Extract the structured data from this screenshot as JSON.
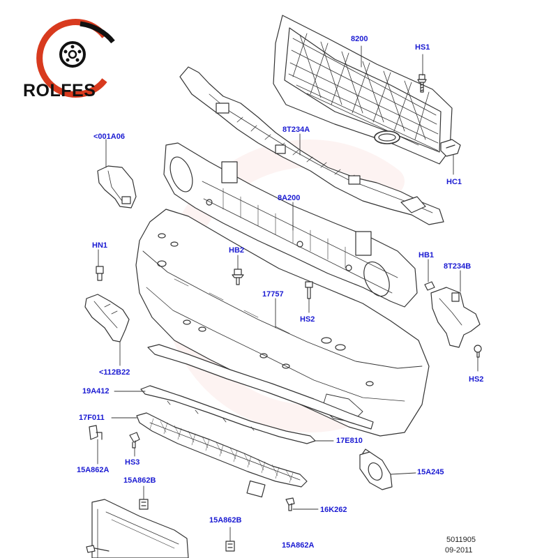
{
  "brand": {
    "name": "ROLFES",
    "accent": "#d83a1e"
  },
  "label_color": "#1a1ad2",
  "labels": {
    "grille": "8200",
    "hs1": "HS1",
    "a001a06": "<001A06",
    "bracket_8t234a": "8T234A",
    "hc1": "HC1",
    "beam_8a200": "8A200",
    "hn1": "HN1",
    "hb2": "HB2",
    "bumper_17757": "17757",
    "hs2_center": "HS2",
    "hb1": "HB1",
    "bracket_8t234b": "8T234B",
    "hs2_right": "HS2",
    "a112b22": "<112B22",
    "strip_19a412": "19A412",
    "grille_17f011": "17F011",
    "strip_17e810": "17E810",
    "a15a862a_left": "15A862A",
    "hs3": "HS3",
    "a15a862b_upper": "15A862B",
    "lamp_15a245": "15A245",
    "clip_16k262": "16K262",
    "a15a862b_lower": "15A862B",
    "a15a862a_bottom": "15A862A"
  },
  "diagram_code": "5011905",
  "diagram_date": "09-2011"
}
